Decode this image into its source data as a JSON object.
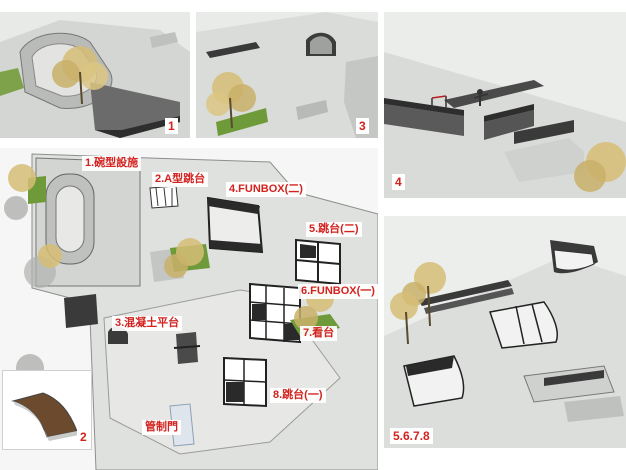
{
  "panel_tags": {
    "p1": "1",
    "p2": "2",
    "p3": "3",
    "p4": "4",
    "p5678": "5.6.7.8"
  },
  "plan_labels": {
    "bowl": "1.碗型設施",
    "a_ramp": "2.A型跳台",
    "funbox2": "4.FUNBOX(二)",
    "ramp2": "5.跳台(二)",
    "funbox1": "6.FUNBOX(一)",
    "platform": "3.混凝土平台",
    "stand": "7.看台",
    "ramp1": "8.跳台(一)",
    "gate": "管制門"
  },
  "colors": {
    "label_text": "#d2231f",
    "ground": "#e4e6e4",
    "concrete": "#c9cbc8",
    "dark": "#2b2b2b",
    "grass": "#6f9a3a",
    "tree": "#d8c07a"
  }
}
